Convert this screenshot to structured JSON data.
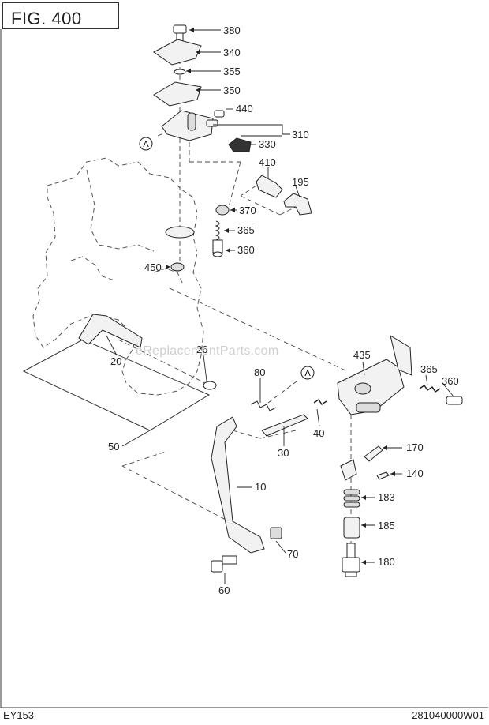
{
  "figure_label": "FIG. 400",
  "model": "EY153",
  "drawing_number": "281040000W01",
  "watermark": "eReplacementParts.com",
  "part_numbers": [
    "380",
    "340",
    "355",
    "350",
    "440",
    "310",
    "330",
    "410",
    "195",
    "370",
    "365",
    "360",
    "450",
    "20",
    "26",
    "80",
    "30",
    "40",
    "50",
    "10",
    "70",
    "60",
    "435",
    "365",
    "360",
    "170",
    "140",
    "183",
    "185",
    "180"
  ],
  "reference_markers": [
    "A",
    "A"
  ]
}
